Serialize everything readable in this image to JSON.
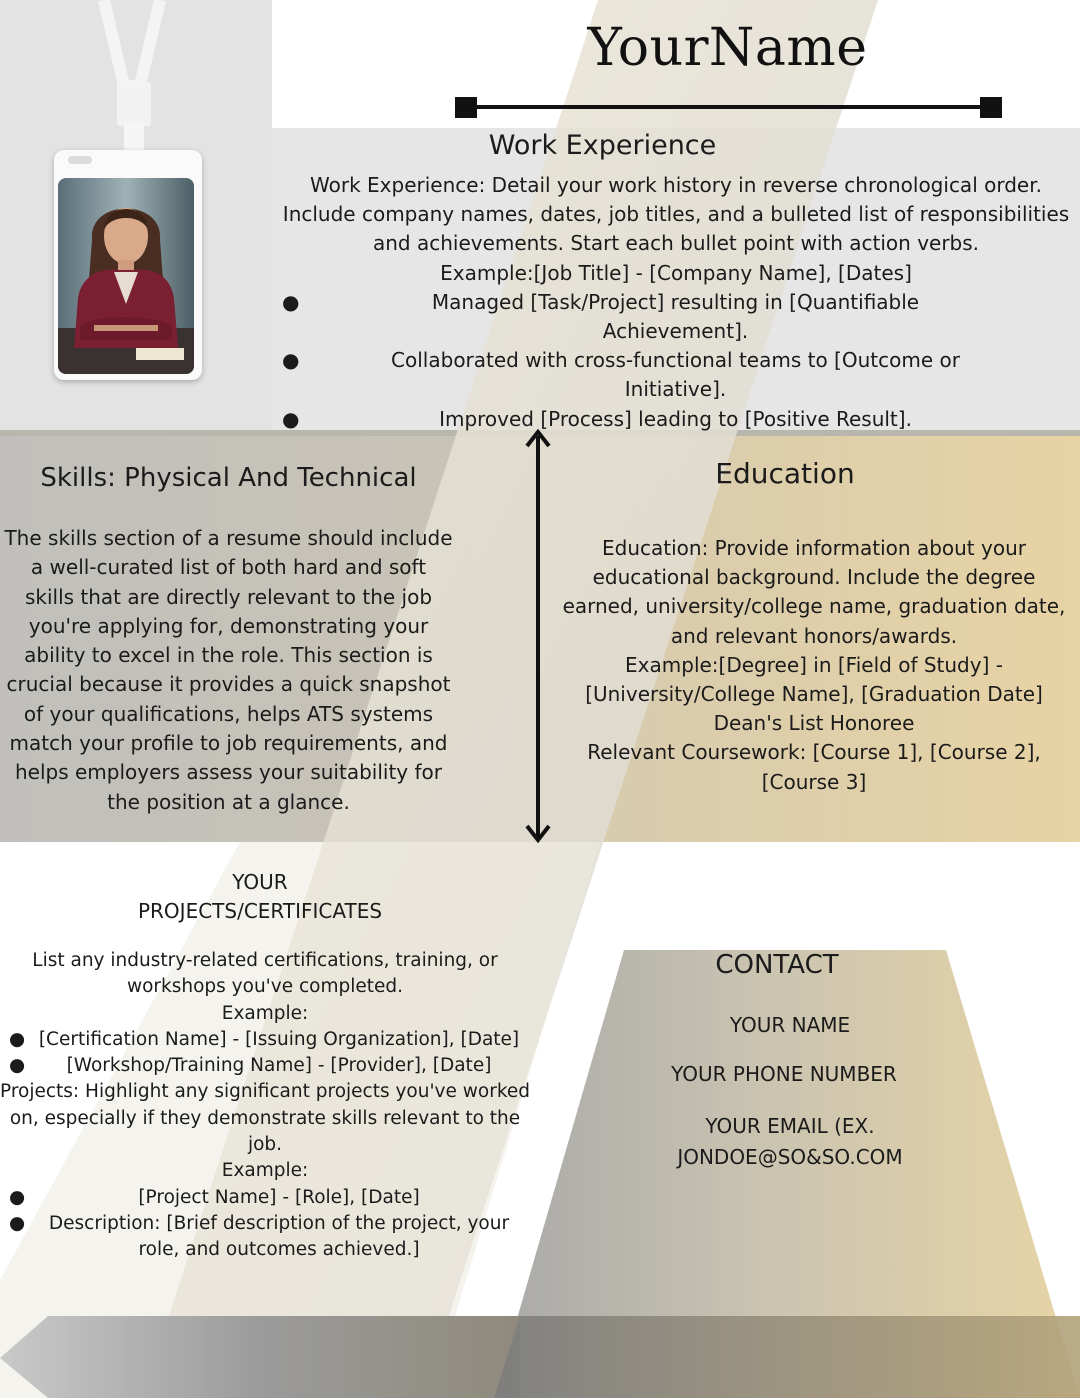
{
  "header": {
    "name": "YourName"
  },
  "work_experience": {
    "title": "Work Experience",
    "intro_lines": [
      "Work Experience: Detail your work history in reverse chronological order.",
      "Include company names, dates, job titles, and a bulleted list of responsibilities",
      "and achievements. Start each bullet point with action verbs.",
      "Example:[Job Title] - [Company Name], [Dates]"
    ],
    "bullets": [
      "Managed [Task/Project] resulting in [Quantifiable Achievement].",
      "Collaborated with cross-functional teams to [Outcome or Initiative].",
      "Improved [Process] leading to [Positive Result]."
    ]
  },
  "skills": {
    "title": "Skills: Physical And Technical",
    "lines": [
      "The skills section of a resume should include",
      "a well-curated list of both hard and soft",
      "skills that are directly relevant to the job",
      "you're applying for, demonstrating your",
      "ability to excel in the role. This section is",
      "crucial because it provides a quick snapshot",
      "of your qualifications, helps ATS systems",
      "match your profile to job requirements, and",
      "helps employers assess your suitability for",
      "the position at a glance."
    ]
  },
  "education": {
    "title": "Education",
    "lines": [
      "Education: Provide information about your",
      "educational background. Include the degree",
      "earned, university/college name, graduation date,",
      "and relevant honors/awards.",
      "Example:[Degree] in [Field of Study] -",
      "[University/College Name], [Graduation Date]",
      "Dean's List Honoree",
      "Relevant Coursework: [Course 1], [Course 2],",
      "[Course 3]"
    ]
  },
  "projects": {
    "title_lines": [
      "YOUR",
      "PROJECTS/CERTIFICATES"
    ],
    "cert_intro_lines": [
      "List any industry-related certifications, training, or",
      "workshops you've completed."
    ],
    "cert_example_label": "Example:",
    "cert_bullets": [
      "[Certification Name] - [Issuing Organization], [Date]",
      "[Workshop/Training Name] - [Provider], [Date]"
    ],
    "proj_intro_lines": [
      "Projects: Highlight any significant projects you've worked",
      "on, especially if they demonstrate skills relevant to the",
      "job."
    ],
    "proj_example_label": "Example:",
    "proj_bullets": [
      "[Project Name] - [Role], [Date]",
      "Description: [Brief description of the project, your role, and outcomes achieved.]"
    ]
  },
  "contact": {
    "title": "CONTACT",
    "name": "YOUR NAME",
    "phone": "YOUR PHONE NUMBER",
    "email_lines": [
      "YOUR EMAIL (EX.",
      "JONDOE@SO&SO.COM"
    ]
  },
  "icons": {
    "photo": "profile-photo",
    "badge": "id-badge-icon",
    "arrow": "vertical-double-arrow-icon",
    "divider": "name-divider-line",
    "banner": "left-arrow-banner"
  },
  "colors": {
    "grey_panel": "#e4e4e4",
    "tan": "#e7d6ae",
    "dark": "#111111"
  }
}
